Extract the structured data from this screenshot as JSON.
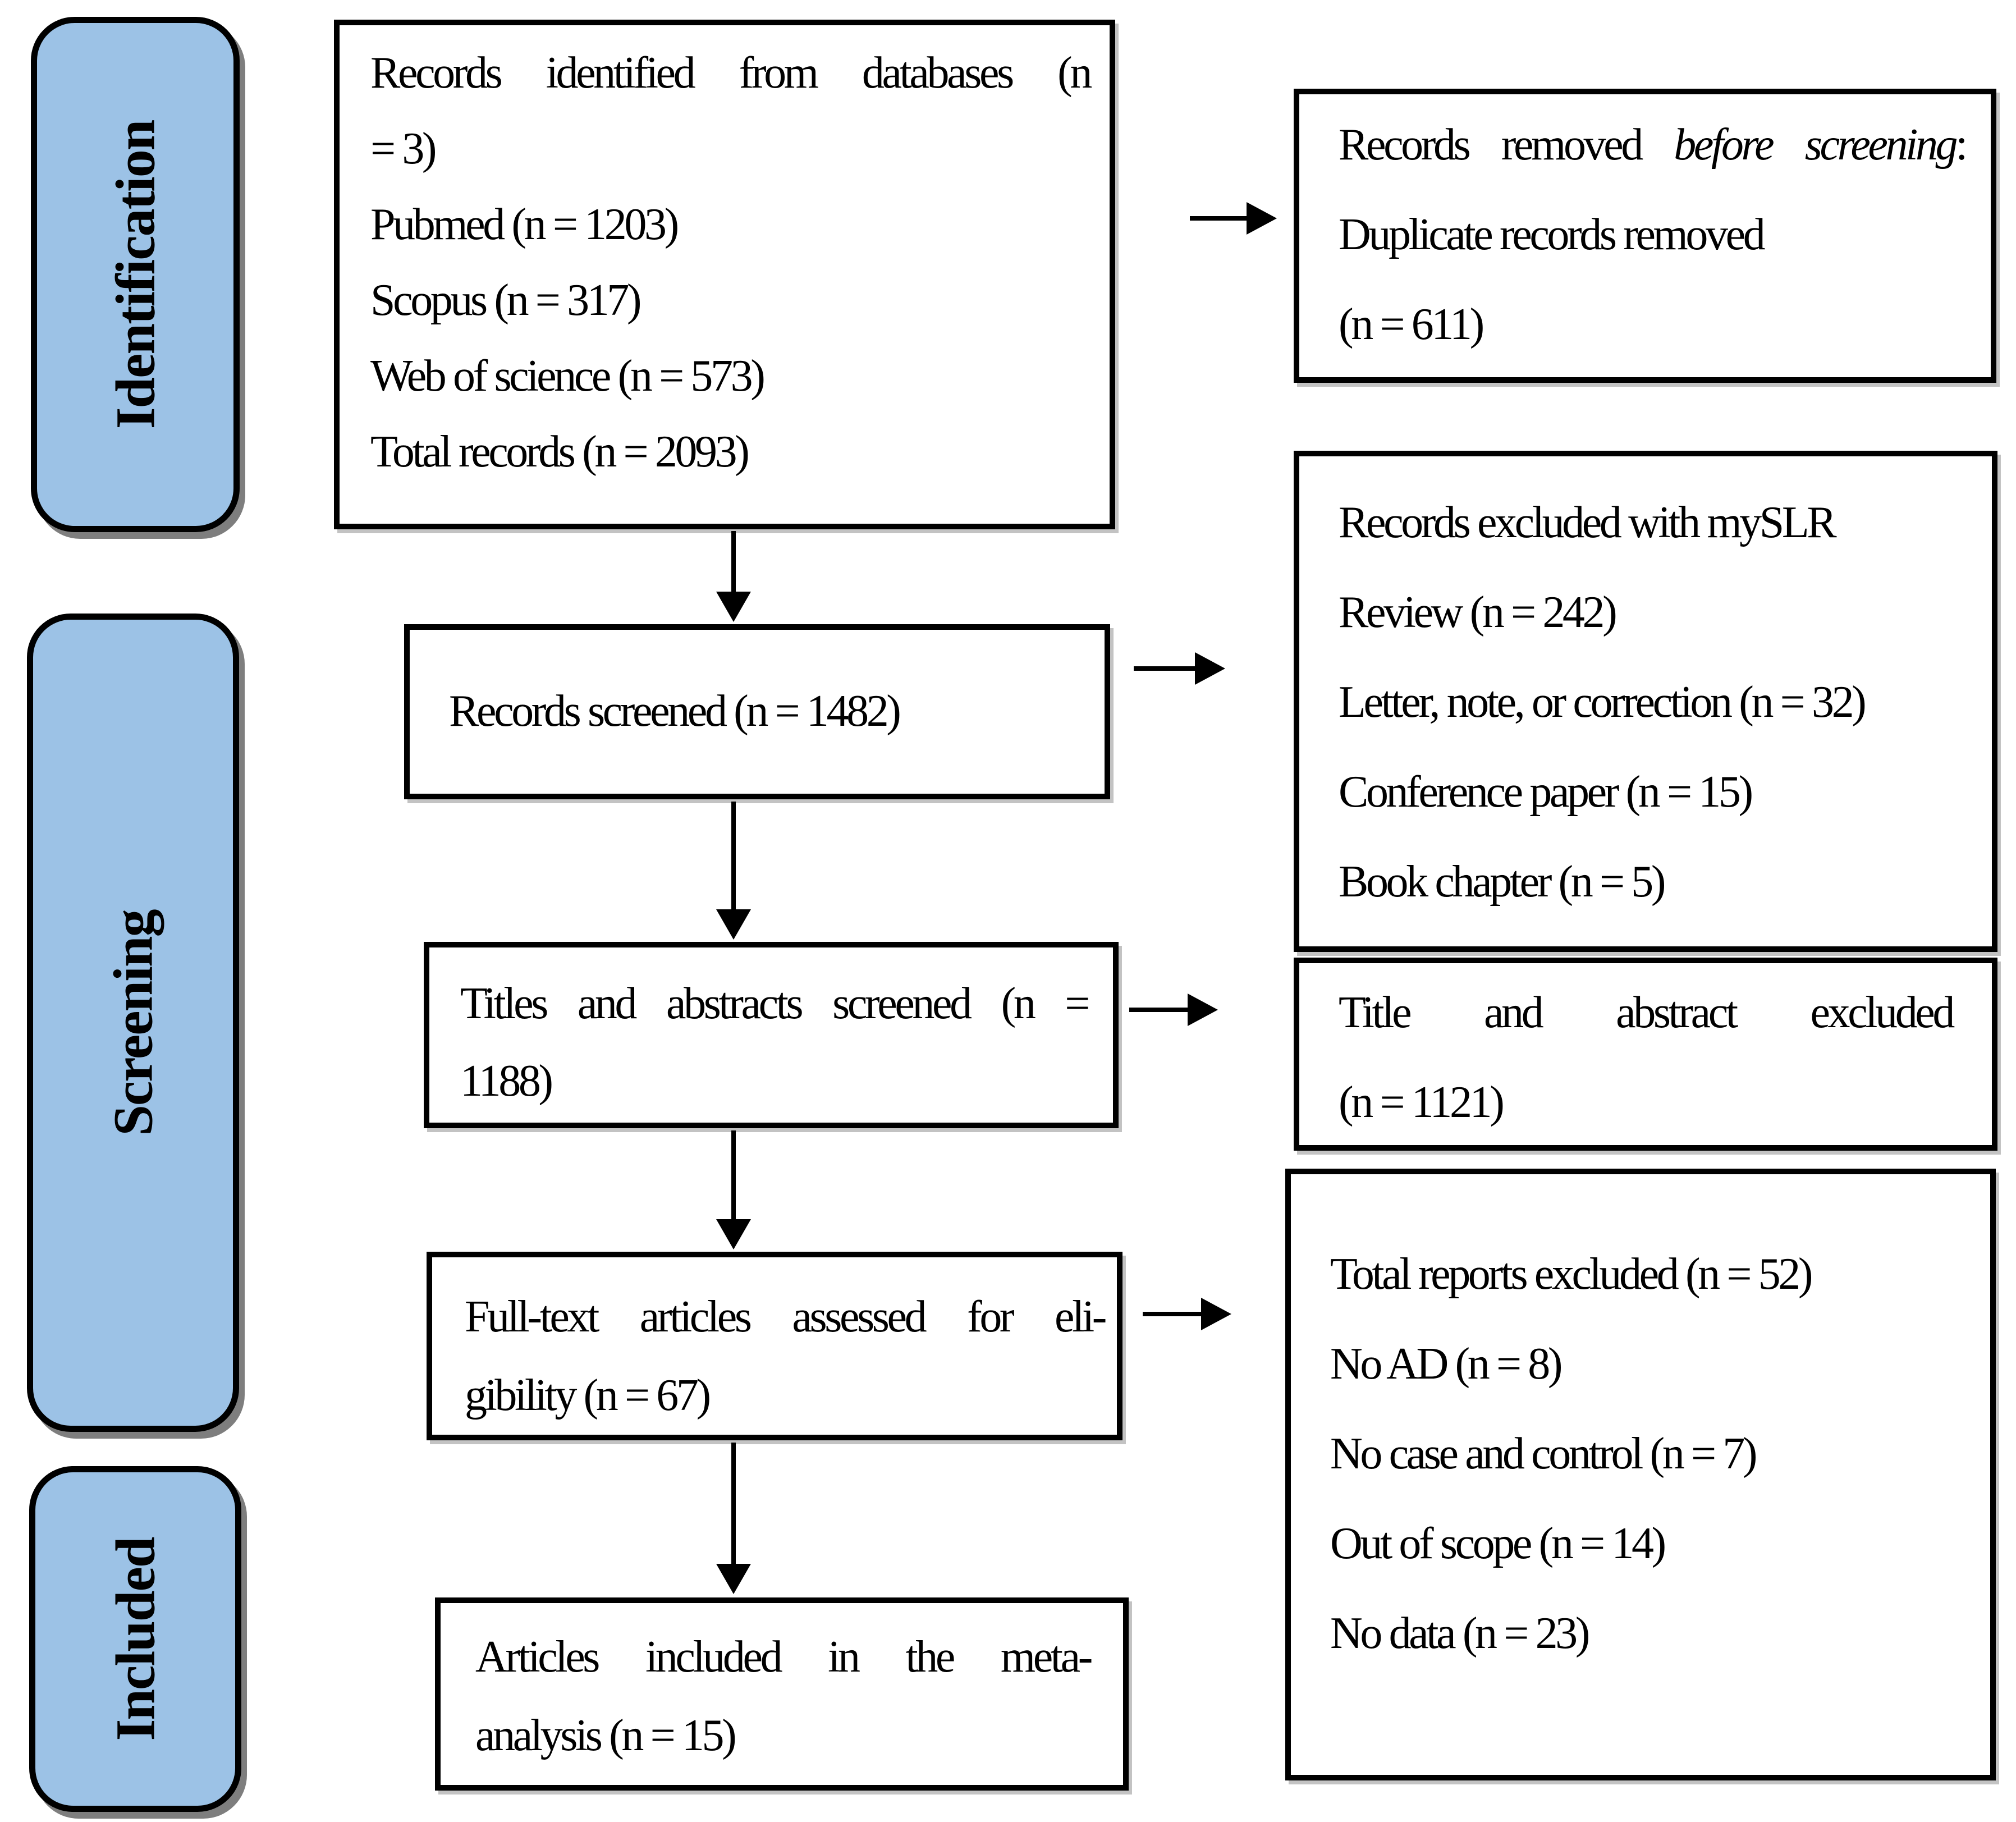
{
  "sidebar": {
    "identification": "Identification",
    "screening": "Screening",
    "included": "Included"
  },
  "boxes": {
    "identified": {
      "lines": [
        "Records identified from databases (n",
        "= 3)",
        "Pubmed (n = 1203)",
        "Scopus (n = 317)",
        "Web of science (n = 573)",
        "Total records (n = 2093)"
      ]
    },
    "removed": {
      "prefix": "Records removed ",
      "italic": "before screening",
      "suffix": ":",
      "lines": [
        "Duplicate records removed",
        "(n = 611)"
      ]
    },
    "screened": {
      "lines": [
        "Records screened (n = 1482)"
      ]
    },
    "excluded_myslr": {
      "lines": [
        "Records excluded with mySLR",
        "Review (n = 242)",
        "Letter, note, or correction (n = 32)",
        "Conference paper (n = 15)",
        "Book chapter (n = 5)"
      ]
    },
    "titles_abstracts": {
      "lines": [
        "Titles and abstracts screened (n =",
        "1188)"
      ]
    },
    "title_abstract_excluded": {
      "lines": [
        "Title and abstract excluded",
        "(n = 1121)"
      ]
    },
    "fulltext": {
      "lines": [
        "Full-text articles assessed for eli-",
        "gibility (n = 67)"
      ]
    },
    "total_excluded": {
      "lines": [
        "Total reports excluded (n = 52)",
        "No AD (n = 8)",
        "No case and control (n = 7)",
        "Out of scope (n = 14)",
        "No data (n = 23)"
      ]
    },
    "included_meta": {
      "lines": [
        "Articles included in the meta-",
        "analysis (n = 15)"
      ]
    }
  },
  "colors": {
    "stage_fill": "#9CC2E6",
    "line_color": "#000000",
    "background": "#FFFFFF"
  }
}
